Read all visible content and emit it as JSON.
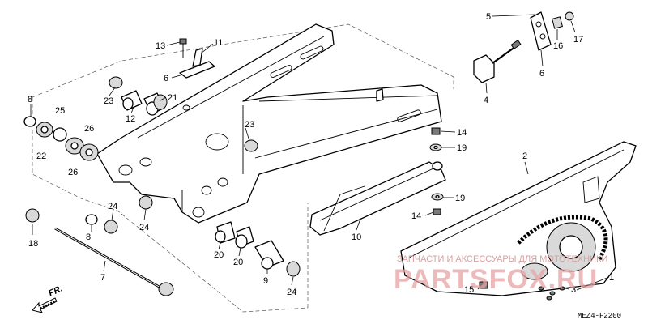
{
  "callouts": {
    "c13": "13",
    "c11": "11",
    "c6a": "6",
    "c8a": "8",
    "c25": "25",
    "c22": "22",
    "c26a": "26",
    "c26b": "26",
    "c23a": "23",
    "c21": "21",
    "c12": "12",
    "c23b": "23",
    "c18": "18",
    "c24a": "24",
    "c8b": "8",
    "c24b": "24",
    "c7": "7",
    "c20a": "20",
    "c20b": "20",
    "c9": "9",
    "c24c": "24",
    "c5": "5",
    "c16": "16",
    "c17": "17",
    "c6b": "6",
    "c4": "4",
    "c14a": "14",
    "c19a": "19",
    "c2": "2",
    "c19b": "19",
    "c14b": "14",
    "c10": "10",
    "c1": "1",
    "c15": "15",
    "c3": "3"
  },
  "front_marker": "FR.",
  "watermark": {
    "line1": "ЗАПЧАСТИ И АКСЕССУАРЫ ДЛЯ МОТОТЕХНИКИ",
    "line2": "PARTSFOX.RU"
  },
  "diagram_code": "MEZ4-F2200"
}
